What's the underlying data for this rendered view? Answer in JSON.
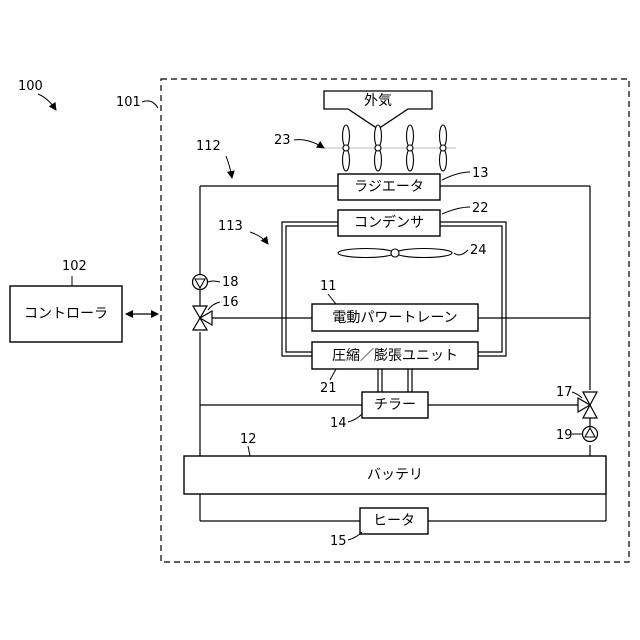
{
  "labels": {
    "outside_air": "外気",
    "radiator": "ラジエータ",
    "condenser": "コンデンサ",
    "powertrain": "電動パワートレーン",
    "compressor_expansion": "圧縮／膨張ユニット",
    "chiller": "チラー",
    "battery": "バッテリ",
    "heater": "ヒータ",
    "controller": "コントローラ"
  },
  "refs": {
    "system": "100",
    "vehicle_unit": "101",
    "controller": "102",
    "powertrain": "11",
    "battery": "12",
    "radiator": "13",
    "chiller": "14",
    "heater": "15",
    "valve_left": "16",
    "valve_right": "17",
    "pump_left": "18",
    "pump_right": "19",
    "compressor_expansion": "21",
    "condenser": "22",
    "fans": "23",
    "blower": "24",
    "coolant_circuit": "112",
    "refrigerant_circuit": "113"
  }
}
